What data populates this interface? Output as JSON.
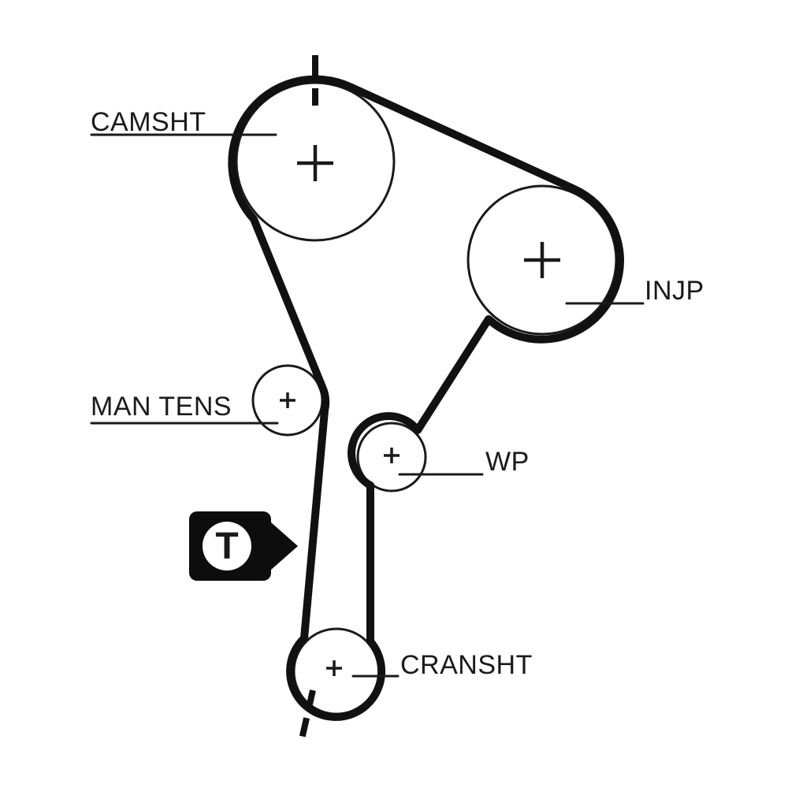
{
  "page": {
    "background": "#ffffff"
  },
  "diagram": {
    "type": "timing-belt-routing-diagram",
    "belt_color": "#111111",
    "outline_color": "#1a1a1a",
    "label_color": "#1a1a1a",
    "marker_box_color": "#0d0d0d"
  },
  "labels": {
    "camshaft": "CAMSHT",
    "injection_pump": "INJP",
    "manual_tensioner": "MAN TENS",
    "water_pump": "WP",
    "crankshaft": "CRANSHT",
    "timing_marker": "T"
  }
}
